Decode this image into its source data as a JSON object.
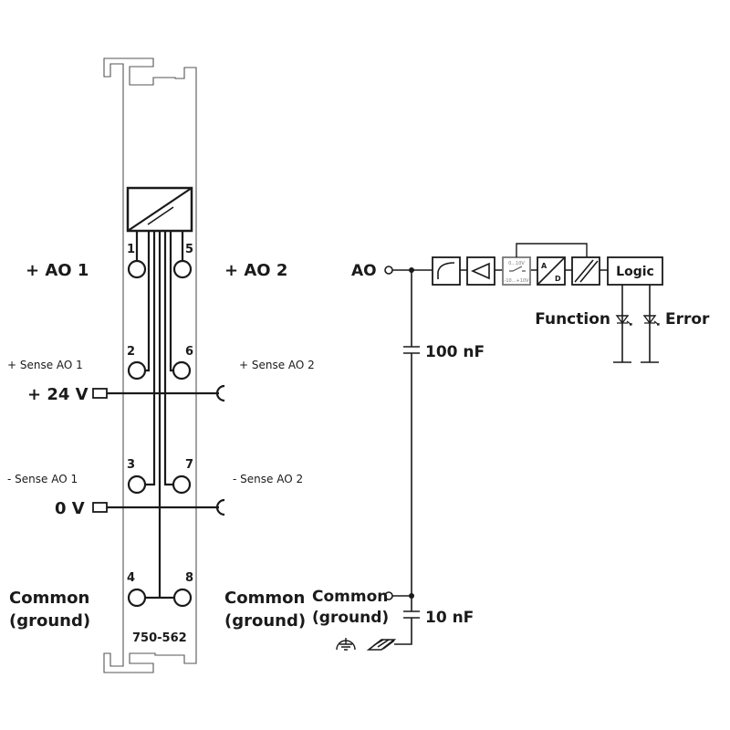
{
  "module": {
    "part_number": "750-562",
    "terminals": [
      "1",
      "2",
      "3",
      "4",
      "5",
      "6",
      "7",
      "8"
    ]
  },
  "left_labels": {
    "ao1": "+ AO 1",
    "ao2": "+ AO 2",
    "sense_ao1_plus": "+ Sense AO 1",
    "sense_ao2_plus": "+ Sense AO 2",
    "v24": "+ 24 V",
    "sense_ao1_minus": "- Sense AO 1",
    "sense_ao2_minus": "- Sense AO 2",
    "v0": "0 V",
    "common_left_1": "Common",
    "common_left_2": "(ground)",
    "common_right_1": "Common",
    "common_right_2": "(ground)"
  },
  "schematic": {
    "ao": "AO",
    "cap1": "100 nF",
    "cap2": "10 nF",
    "common_1": "Common",
    "common_2": "(ground)",
    "switch_top": "0...10V",
    "switch_bottom": "-10...+10V",
    "ad_a": "A",
    "ad_d": "D",
    "logic": "Logic",
    "function": "Function",
    "error": "Error"
  }
}
